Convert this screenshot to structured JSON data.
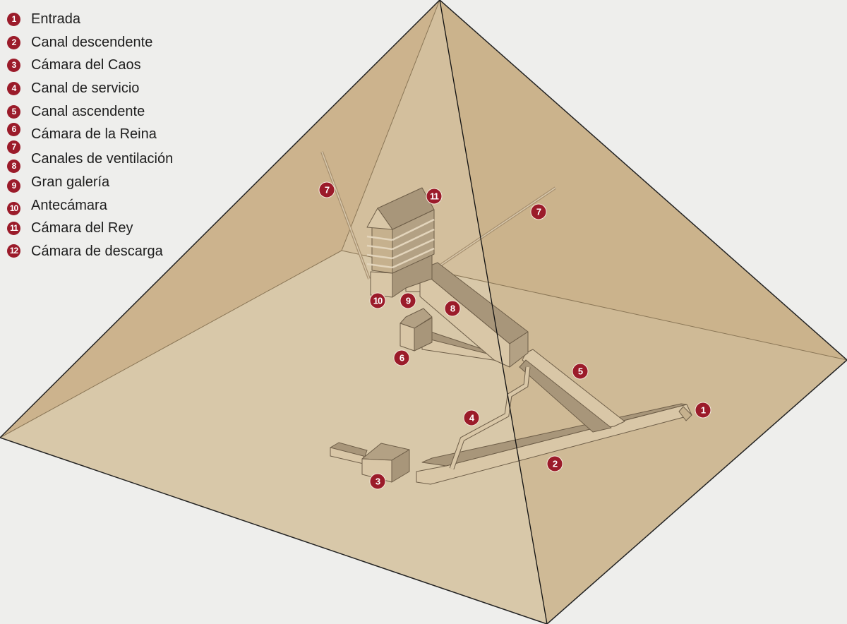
{
  "colors": {
    "background": "#eeeeec",
    "marker": "#9b1b2a",
    "floor": "#d8c8a9",
    "back_left_wall": "#ccb38d",
    "right_face": "#c9ae84"
  },
  "legend": {
    "numbers": [
      "1",
      "2",
      "3",
      "4",
      "5",
      "6",
      "7",
      "8",
      "9",
      "10",
      "11",
      "12"
    ],
    "labels": [
      "Entrada",
      "Canal descendente",
      "Cámara del Caos",
      "Canal de servicio",
      "Canal ascendente",
      "Cámara de la Reina",
      "Canales de ventilación",
      "Gran galería",
      "Antecámara",
      "Cámara del Rey",
      "Cámara de descarga"
    ]
  },
  "diagram": {
    "markers": [
      "1",
      "2",
      "3",
      "4",
      "5",
      "6",
      "7",
      "7",
      "8",
      "9",
      "10",
      "11"
    ]
  }
}
